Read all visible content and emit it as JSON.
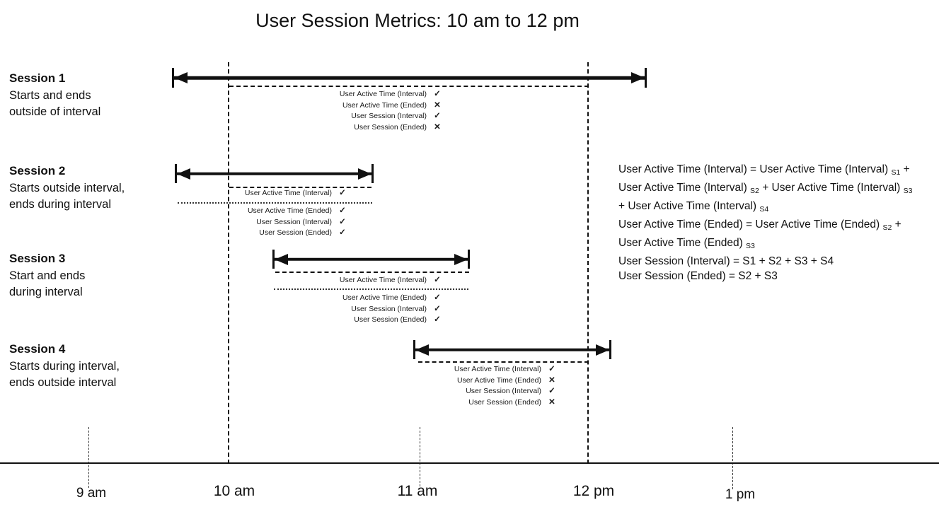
{
  "title": "User Session Metrics: 10 am to 12 pm",
  "colors": {
    "ink": "#111111",
    "background": "#ffffff"
  },
  "sessions": [
    {
      "name": "Session 1",
      "desc": [
        "Starts and ends",
        "outside of interval"
      ],
      "metrics": [
        {
          "label": "User Active Time (Interval)",
          "mark": "✓"
        },
        {
          "label": "User Active Time (Ended)",
          "mark": "✕"
        },
        {
          "label": "User Session (Interval)",
          "mark": "✓"
        },
        {
          "label": "User Session (Ended)",
          "mark": "✕"
        }
      ]
    },
    {
      "name": "Session 2",
      "desc": [
        "Starts outside interval,",
        "ends during interval"
      ],
      "metrics": [
        {
          "label": "User Active Time (Interval)",
          "mark": "✓"
        },
        {
          "label": "User Active Time (Ended)",
          "mark": "✓"
        },
        {
          "label": "User Session (Interval)",
          "mark": "✓"
        },
        {
          "label": "User Session (Ended)",
          "mark": "✓"
        }
      ]
    },
    {
      "name": "Session 3",
      "desc": [
        "Start and ends",
        "during interval"
      ],
      "metrics": [
        {
          "label": "User Active Time (Interval)",
          "mark": "✓"
        },
        {
          "label": "User Active Time (Ended)",
          "mark": "✓"
        },
        {
          "label": "User Session (Interval)",
          "mark": "✓"
        },
        {
          "label": "User Session (Ended)",
          "mark": "✓"
        }
      ]
    },
    {
      "name": "Session 4",
      "desc": [
        "Starts during interval,",
        "ends outside interval"
      ],
      "metrics": [
        {
          "label": "User Active Time (Interval)",
          "mark": "✓"
        },
        {
          "label": "User Active Time (Ended)",
          "mark": "✕"
        },
        {
          "label": "User Session (Interval)",
          "mark": "✓"
        },
        {
          "label": "User Session (Ended)",
          "mark": "✕"
        }
      ]
    }
  ],
  "timeline": {
    "ticks": [
      {
        "label": "9 am"
      },
      {
        "label": "10 am"
      },
      {
        "label": "11 am"
      },
      {
        "label": "12 pm"
      },
      {
        "label": "1 pm"
      }
    ]
  },
  "formulas": [
    {
      "segments": [
        {
          "t": "User Active Time (Interval) = User Active Time (Interval) "
        },
        {
          "t": "S1",
          "sub": true
        },
        {
          "t": " +"
        },
        {
          "br": true
        },
        {
          "t": "User Active Time (Interval) "
        },
        {
          "t": "S2",
          "sub": true
        },
        {
          "t": " + User Active Time (Interval) "
        },
        {
          "t": "S3",
          "sub": true
        },
        {
          "br": true
        },
        {
          "t": "+ User Active Time (Interval) "
        },
        {
          "t": "S4",
          "sub": true
        }
      ]
    },
    {
      "segments": [
        {
          "t": "User Active Time (Ended) = User Active Time (Ended) "
        },
        {
          "t": "S2",
          "sub": true
        },
        {
          "t": " +"
        },
        {
          "br": true
        },
        {
          "t": "User Active Time (Ended) "
        },
        {
          "t": "S3",
          "sub": true
        }
      ]
    },
    {
      "segments": [
        {
          "t": "User Session (Interval) = S1 + S2 + S3 + S4"
        }
      ]
    },
    {
      "segments": [
        {
          "t": "User Session (Ended) = S2 + S3"
        }
      ]
    }
  ]
}
